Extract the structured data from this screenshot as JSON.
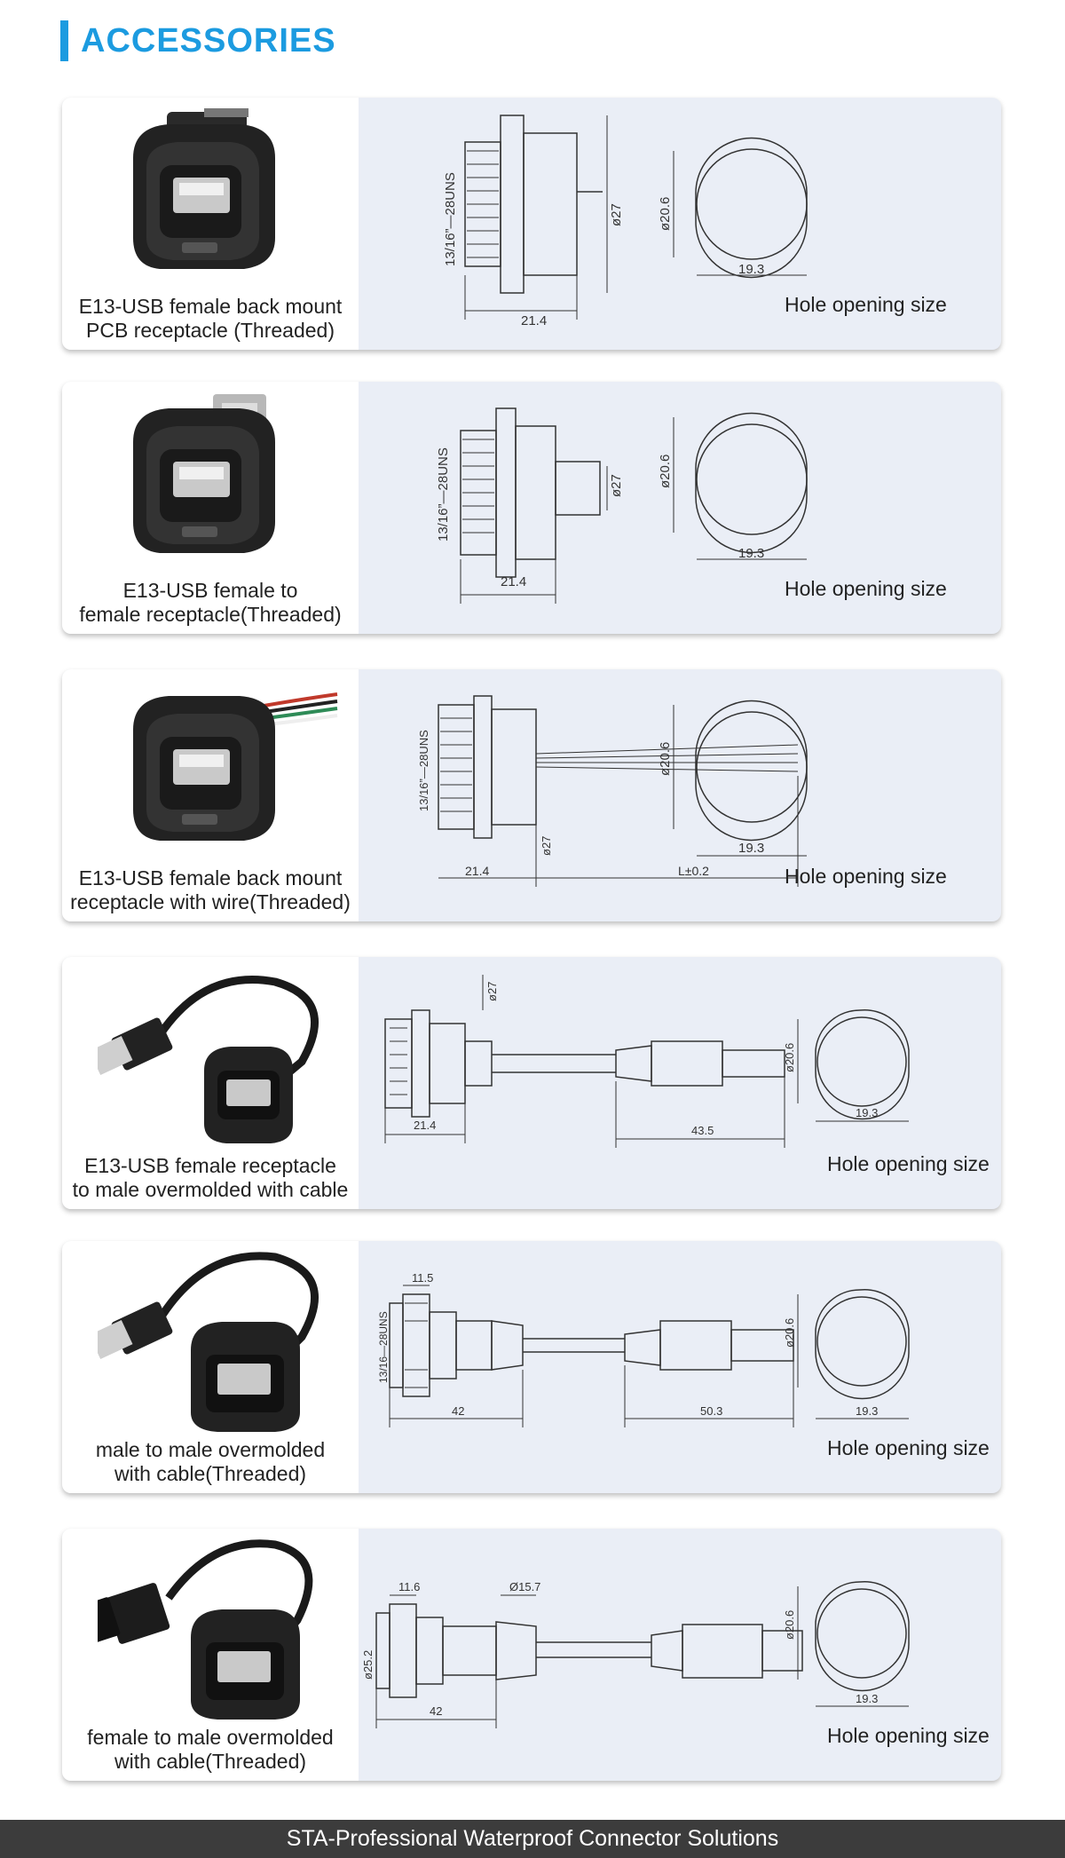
{
  "header": {
    "title": "ACCESSORIES"
  },
  "cards": [
    {
      "caption_line1": "E13-USB female back mount",
      "caption_line2": "PCB receptacle (Threaded)",
      "thread_label": "13/16”—28UNS",
      "diameter_label": "ø27",
      "length_label": "21.4",
      "hole_diameter": "ø20.6",
      "hole_flat": "19.3",
      "hole_label": "Hole opening size"
    },
    {
      "caption_line1": "E13-USB female to",
      "caption_line2": "female receptacle(Threaded)",
      "thread_label": "13/16”—28UNS",
      "diameter_label": "ø27",
      "length_label": "21.4",
      "hole_diameter": "ø20.6",
      "hole_flat": "19.3",
      "hole_label": "Hole opening size"
    },
    {
      "caption_line1": "E13-USB female back mount",
      "caption_line2": "receptacle with wire(Threaded)",
      "thread_label": "13/16”—28UNS",
      "diameter_label": "ø27",
      "length_label": "21.4",
      "wire_length_label": "L±0.2",
      "hole_diameter": "ø20.6",
      "hole_flat": "19.3",
      "hole_label": "Hole opening size"
    },
    {
      "caption_line1": "E13-USB female receptacle",
      "caption_line2": "to male overmolded with cable",
      "diameter_label": "ø27",
      "length_label": "21.4",
      "plug_length_label": "43.5",
      "hole_diameter": "ø20.6",
      "hole_flat": "19.3",
      "hole_label": "Hole opening size"
    },
    {
      "caption_line1": "male to male overmolded",
      "caption_line2": "with cable(Threaded)",
      "thread_label": "13/16—28UNS",
      "top_label": "11.5",
      "length_label": "42",
      "plug_length_label": "50.3",
      "hole_diameter": "ø20.6",
      "hole_flat": "19.3",
      "hole_label": "Hole opening size"
    },
    {
      "caption_line1": "female to male overmolded",
      "caption_line2": "with cable(Threaded)",
      "diameter_label": "ø25.2",
      "top_label": "11.6",
      "cable_label": "Ø15.7",
      "length_label": "42",
      "hole_diameter": "ø20.6",
      "hole_flat": "19.3",
      "hole_label": "Hole opening size"
    }
  ],
  "footer": {
    "text": "STA-Professional Waterproof Connector Solutions"
  }
}
